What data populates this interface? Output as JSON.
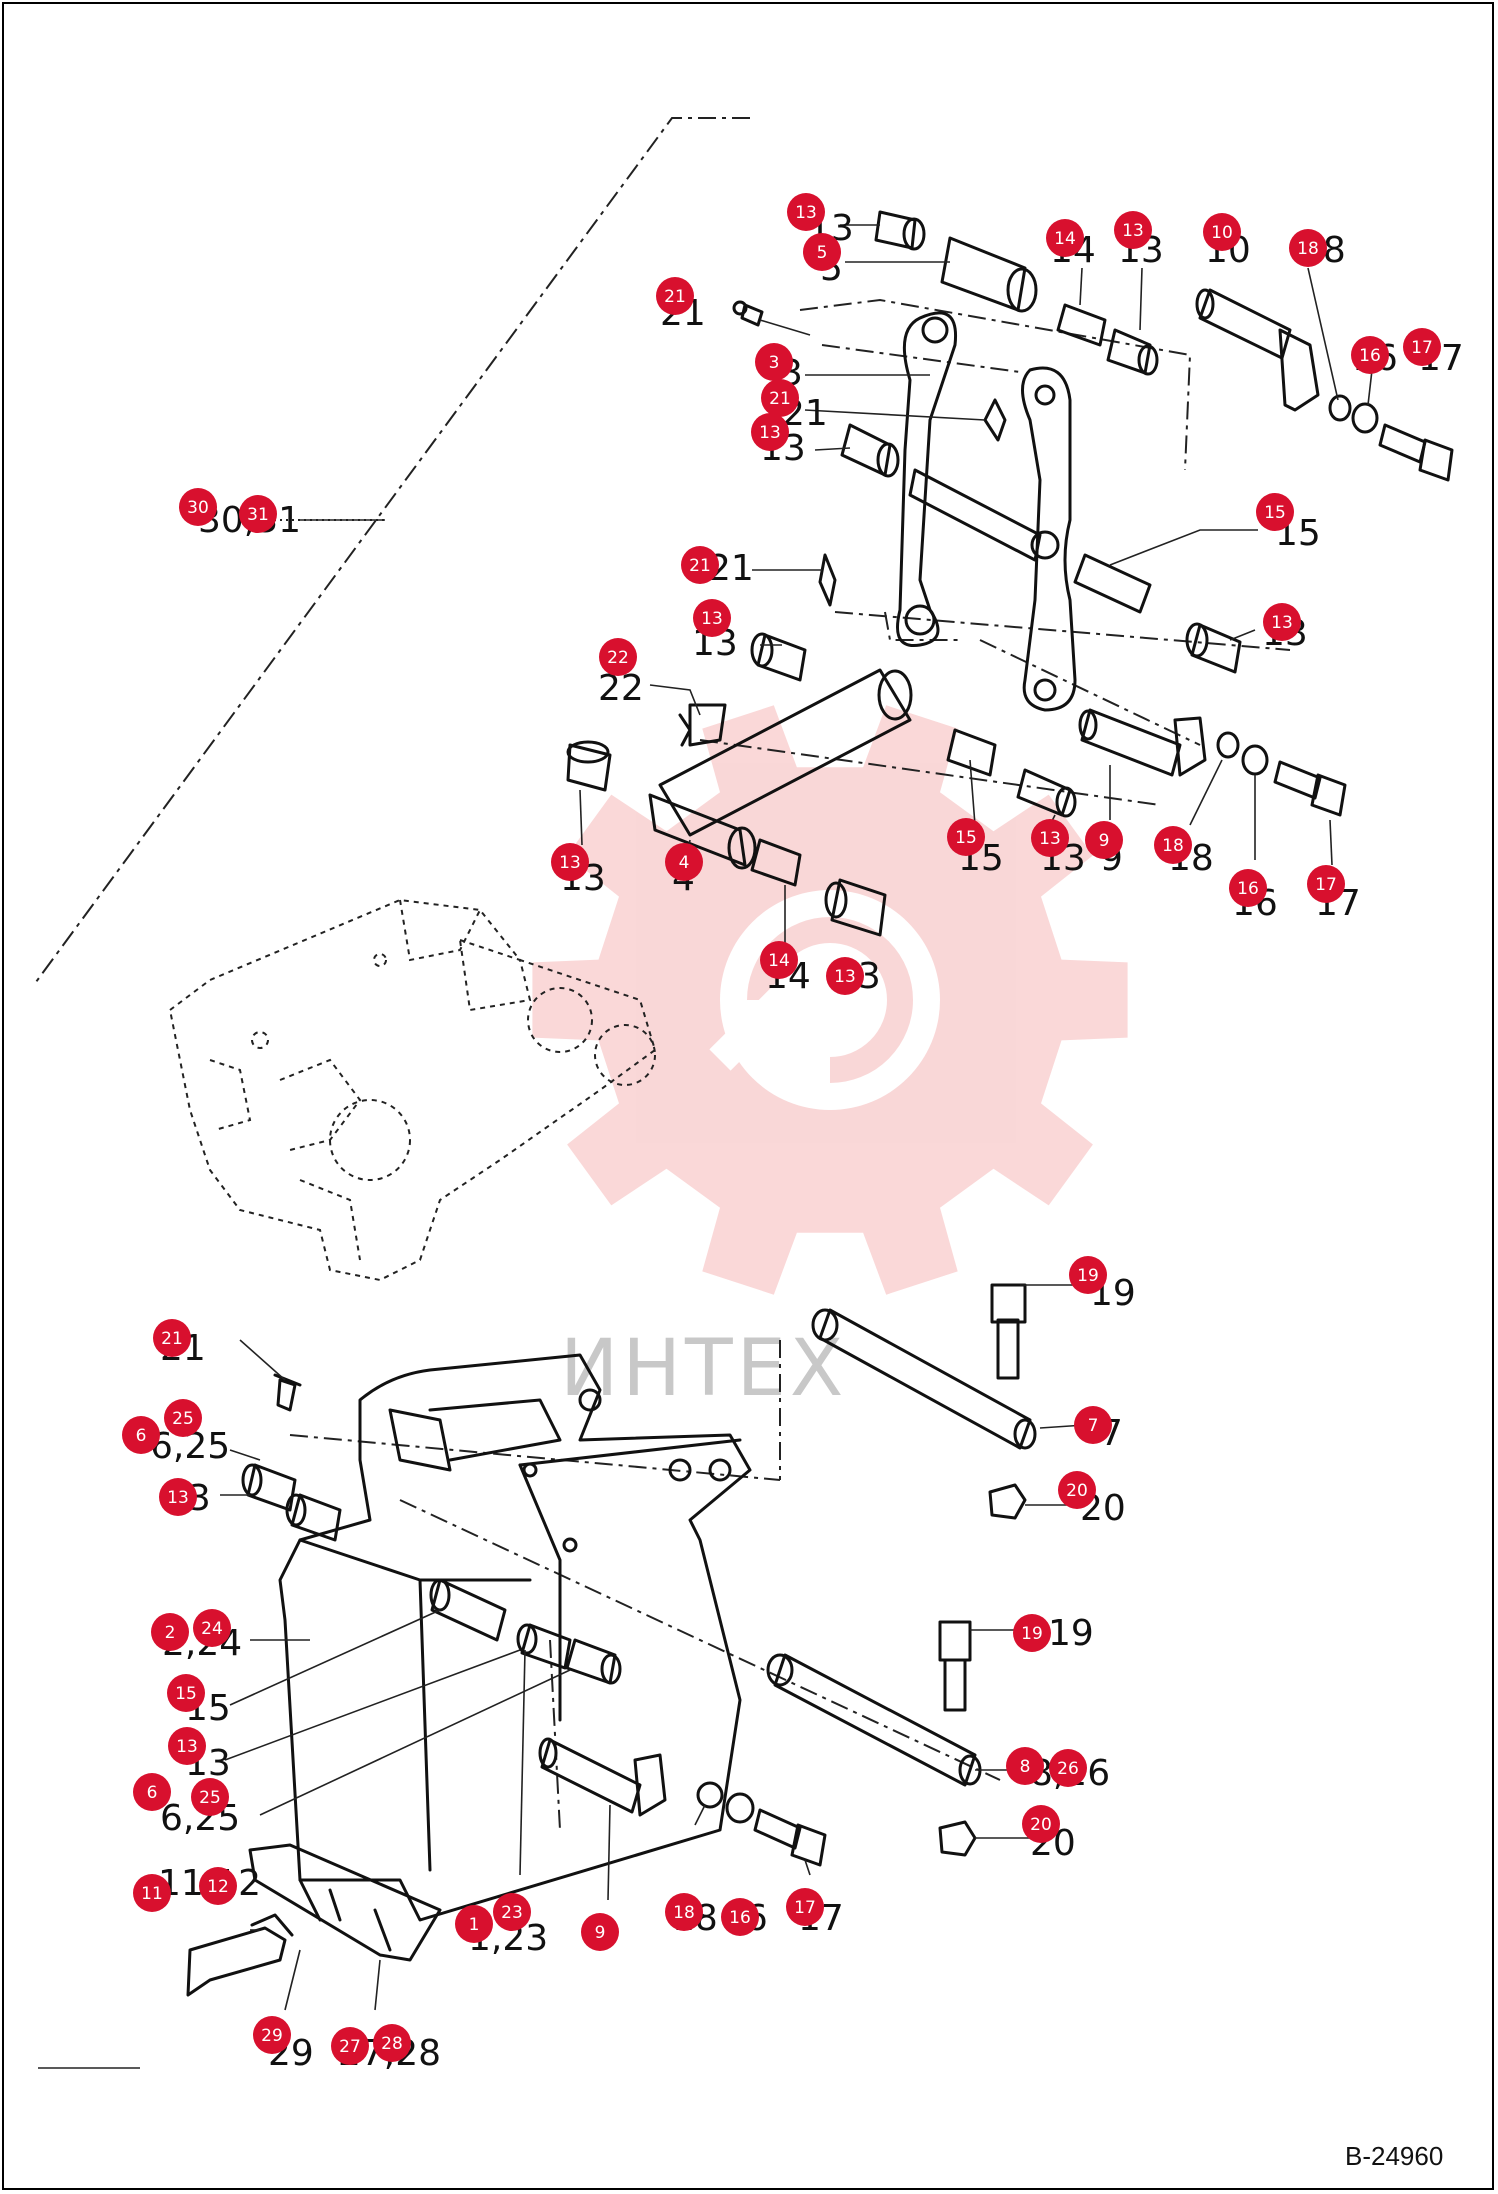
{
  "drawing_code": "B-24960",
  "watermark": "ИНТЕХ",
  "marker_color": "#d8102e",
  "watermark_color": "#f5b8b8",
  "markers": [
    {
      "n": "13"
    },
    {
      "n": "5"
    },
    {
      "n": "14"
    },
    {
      "n": "13"
    },
    {
      "n": "10"
    },
    {
      "n": "18"
    },
    {
      "n": "21"
    },
    {
      "n": "16"
    },
    {
      "n": "17"
    },
    {
      "n": "3"
    },
    {
      "n": "21"
    },
    {
      "n": "13"
    },
    {
      "n": "30"
    },
    {
      "n": "31"
    },
    {
      "n": "15"
    },
    {
      "n": "21"
    },
    {
      "n": "13"
    },
    {
      "n": "13"
    },
    {
      "n": "22"
    },
    {
      "n": "13"
    },
    {
      "n": "4"
    },
    {
      "n": "15"
    },
    {
      "n": "13"
    },
    {
      "n": "9"
    },
    {
      "n": "18"
    },
    {
      "n": "16"
    },
    {
      "n": "17"
    },
    {
      "n": "14"
    },
    {
      "n": "13"
    },
    {
      "n": "19"
    },
    {
      "n": "21"
    },
    {
      "n": "25"
    },
    {
      "n": "6"
    },
    {
      "n": "7"
    },
    {
      "n": "13"
    },
    {
      "n": "20"
    },
    {
      "n": "2"
    },
    {
      "n": "24"
    },
    {
      "n": "19"
    },
    {
      "n": "15"
    },
    {
      "n": "13"
    },
    {
      "n": "8"
    },
    {
      "n": "26"
    },
    {
      "n": "6"
    },
    {
      "n": "25"
    },
    {
      "n": "20"
    },
    {
      "n": "11"
    },
    {
      "n": "12"
    },
    {
      "n": "18"
    },
    {
      "n": "16"
    },
    {
      "n": "17"
    },
    {
      "n": "1"
    },
    {
      "n": "23"
    },
    {
      "n": "9"
    },
    {
      "n": "29"
    },
    {
      "n": "27"
    },
    {
      "n": "28"
    }
  ],
  "labels": [
    {
      "t": "13"
    },
    {
      "t": "5"
    },
    {
      "t": "14"
    },
    {
      "t": "13"
    },
    {
      "t": "10"
    },
    {
      "t": "18"
    },
    {
      "t": "21"
    },
    {
      "t": "16"
    },
    {
      "t": "17"
    },
    {
      "t": "3"
    },
    {
      "t": "21"
    },
    {
      "t": "13"
    },
    {
      "t": "30,31"
    },
    {
      "t": "15"
    },
    {
      "t": "21"
    },
    {
      "t": "13"
    },
    {
      "t": "13"
    },
    {
      "t": "22"
    },
    {
      "t": "13"
    },
    {
      "t": "4"
    },
    {
      "t": "15"
    },
    {
      "t": "13"
    },
    {
      "t": "9"
    },
    {
      "t": "18"
    },
    {
      "t": "16"
    },
    {
      "t": "17"
    },
    {
      "t": "14"
    },
    {
      "t": "13"
    },
    {
      "t": "19"
    },
    {
      "t": "21"
    },
    {
      "t": "6,25"
    },
    {
      "t": "7"
    },
    {
      "t": "13"
    },
    {
      "t": "20"
    },
    {
      "t": "2,24"
    },
    {
      "t": "19"
    },
    {
      "t": "15"
    },
    {
      "t": "13"
    },
    {
      "t": "8,26"
    },
    {
      "t": "6,25"
    },
    {
      "t": "20"
    },
    {
      "t": "11,12"
    },
    {
      "t": "18"
    },
    {
      "t": "16"
    },
    {
      "t": "17"
    },
    {
      "t": "1,23"
    },
    {
      "t": "29"
    },
    {
      "t": "27,28"
    }
  ]
}
